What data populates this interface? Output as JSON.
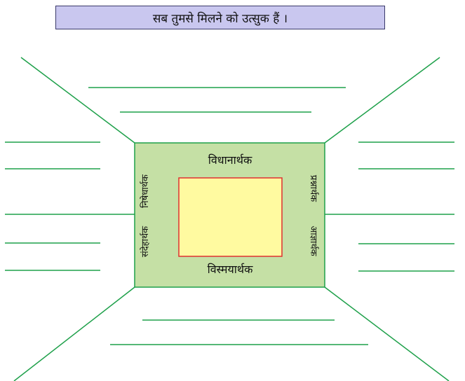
{
  "title": "सब तुमसे मिलने को उत्सुक हैं ।",
  "center": {
    "top_label": "विधानार्थक",
    "bottom_label": "विस्मयार्थक",
    "left_upper_label": "निषेधार्थक",
    "left_lower_label": "संदेहार्थक",
    "right_upper_label": "प्रश्नार्थक",
    "right_lower_label": "आज्ञार्थक"
  },
  "colors": {
    "green_line": "#1ea04a",
    "green_fill": "#c5e0a5",
    "yellow_fill": "#fffaa0",
    "red_border": "#e03030",
    "title_bg": "#c9c7ef"
  }
}
